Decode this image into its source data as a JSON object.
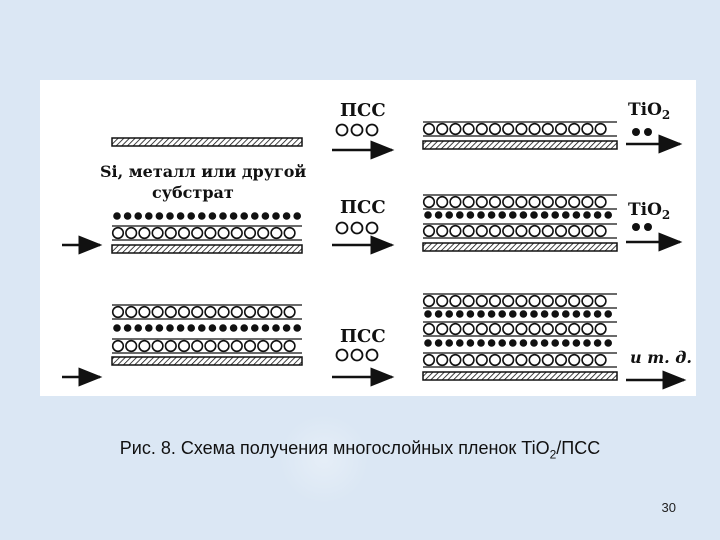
{
  "diagram": {
    "substrate_label_line1": "Si, металл или другой",
    "substrate_label_line2": "субстрат",
    "step_labels": {
      "pss_1": "ПСС",
      "pss_2": "ПСС",
      "pss_3": "ПСС",
      "tio2_1": "TiO2",
      "tio2_2": "TiO2",
      "etc": "и т. д."
    }
  },
  "caption": {
    "prefix": "Рис. 8. Схема получения многослойных пленок TiO",
    "subscript": "2",
    "suffix": "/ПСС"
  },
  "slide_number": "30"
}
